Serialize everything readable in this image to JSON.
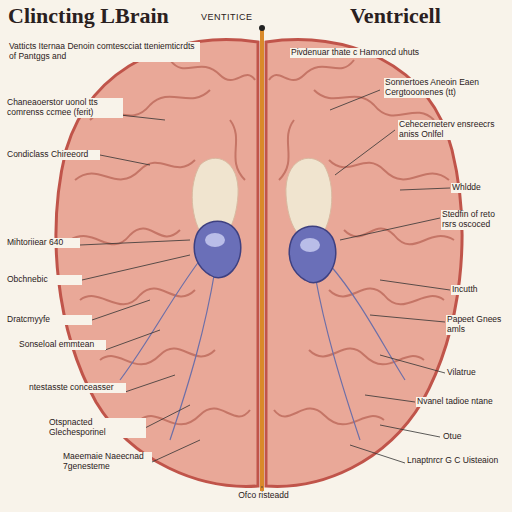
{
  "diagram": {
    "title": "Clincting LBrain",
    "labels": [
      "VENTITICE",
      "Ventricell",
      "Vatticts Iternaa Denoin comtescciat tteniemticrdts of Pantggs and",
      "Pivdenuar thate c Hamoncd uhuts",
      "Chaneaoerstor uonol tts comrenss ccmee (ferit)",
      "Sonnertoes Aneoin Eaen Cergtooonenes (tt)",
      "Condiclass Chireeord",
      "Cehecerneterv ensreecrs aniss Onlfel",
      "Whldde",
      "Mihtoriiear 640",
      "Stedfin of reto rsrs oscoced",
      "Obchnebic",
      "Incutth",
      "Dratcmyyfe",
      "Papeet Gnees amls",
      "Sonseloal emmtean",
      "ntestasste conceasser",
      "Vilatrue",
      "Nvanel tadioe ntane",
      "Otspnacted Glechesporinel",
      "Otue",
      "Maeemaie Naeecnad 7genesteme",
      "Lnaptnrcr G C Uisteaion",
      "Ofco risteadd"
    ]
  }
}
